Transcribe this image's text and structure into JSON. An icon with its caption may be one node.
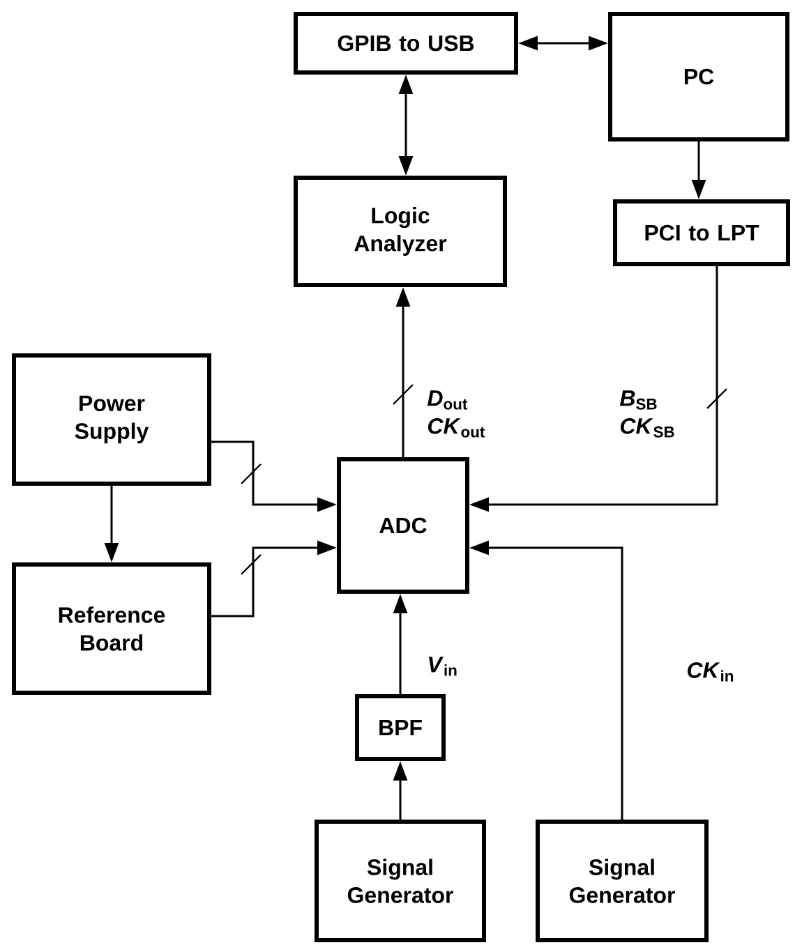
{
  "diagram": {
    "nodes": [
      {
        "text": [
          "GPIB to USB"
        ]
      },
      {
        "text": [
          "PC"
        ]
      },
      {
        "text": [
          "Logic Analyzer"
        ]
      },
      {
        "text": [
          "PCI to LPT"
        ]
      },
      {
        "text": [
          "Power Supply"
        ]
      },
      {
        "text": [
          "ADC"
        ]
      },
      {
        "text": [
          "Reference Board"
        ]
      },
      {
        "text": [
          "BPF"
        ]
      },
      {
        "text": [
          "Signal Generator"
        ]
      },
      {
        "text": [
          "Signal Generator"
        ]
      }
    ],
    "edges": [
      {
        "from": 0,
        "to": 1,
        "arrow": "both"
      },
      {
        "from": 0,
        "to": 2,
        "arrow": "both"
      },
      {
        "from": 1,
        "to": 3,
        "arrow": "to"
      },
      {
        "from": 5,
        "to": 2,
        "arrow": "to",
        "label": "*D*$_{out}$ *CK*$_{out}$"
      },
      {
        "from": 3,
        "to": 5,
        "arrow": "to",
        "label": "*B*$_{SB}$ *CK*$_{SB}$"
      },
      {
        "from": 4,
        "to": 5,
        "arrow": "to"
      },
      {
        "from": 6,
        "to": 5,
        "arrow": "to"
      },
      {
        "from": 4,
        "to": 6,
        "arrow": "to"
      },
      {
        "from": 7,
        "to": 5,
        "arrow": "to",
        "label": "*V*$_{in}$"
      },
      {
        "from": 8,
        "to": 7,
        "arrow": "to"
      },
      {
        "from": 9,
        "to": 5,
        "arrow": "to",
        "label": "*CK*$_{in}$"
      }
    ]
  }
}
